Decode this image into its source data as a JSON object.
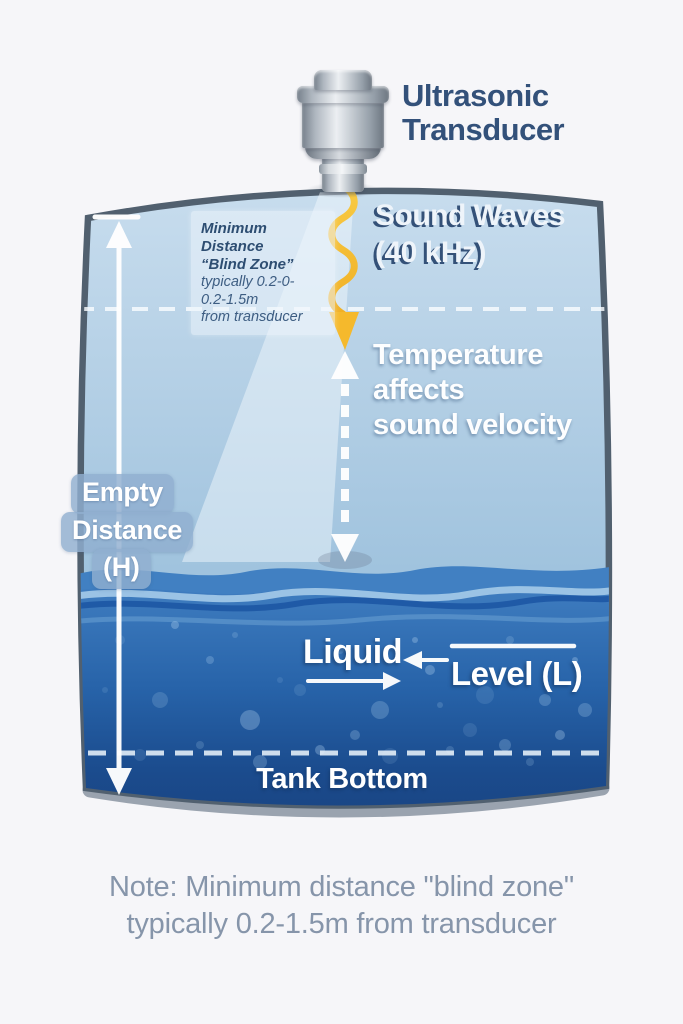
{
  "diagram": {
    "title": "Ultrasonic\nTransducer",
    "sound_waves_label": "Sound Waves\n(40 kHz)",
    "blind_zone": {
      "line1": "Minimum",
      "line2": "Distance",
      "line3": "“Blind Zone”",
      "line4": "typically 0.2-0-",
      "line5": "0.2-1.5m",
      "line6": "from transducer"
    },
    "temperature_label": "Temperature\naffects\nsound velocity",
    "empty_distance": {
      "line1": "Empty",
      "line2": "Distance",
      "line3": "(H)"
    },
    "liquid_label": "Liquid",
    "level_label": "Level (L)",
    "tank_bottom_label": "Tank Bottom",
    "note": "Note: Minimum distance \"blind zone\"\ntypically 0.2-1.5m from transducer",
    "colors": {
      "accent_yellow": "#f3b82c",
      "navy_text": "#33517a",
      "tank_border": "#51606f",
      "tank_fill_top": "#c8ddee",
      "deep_water": "#1b4c8e",
      "note_text": "#8695aa"
    }
  }
}
